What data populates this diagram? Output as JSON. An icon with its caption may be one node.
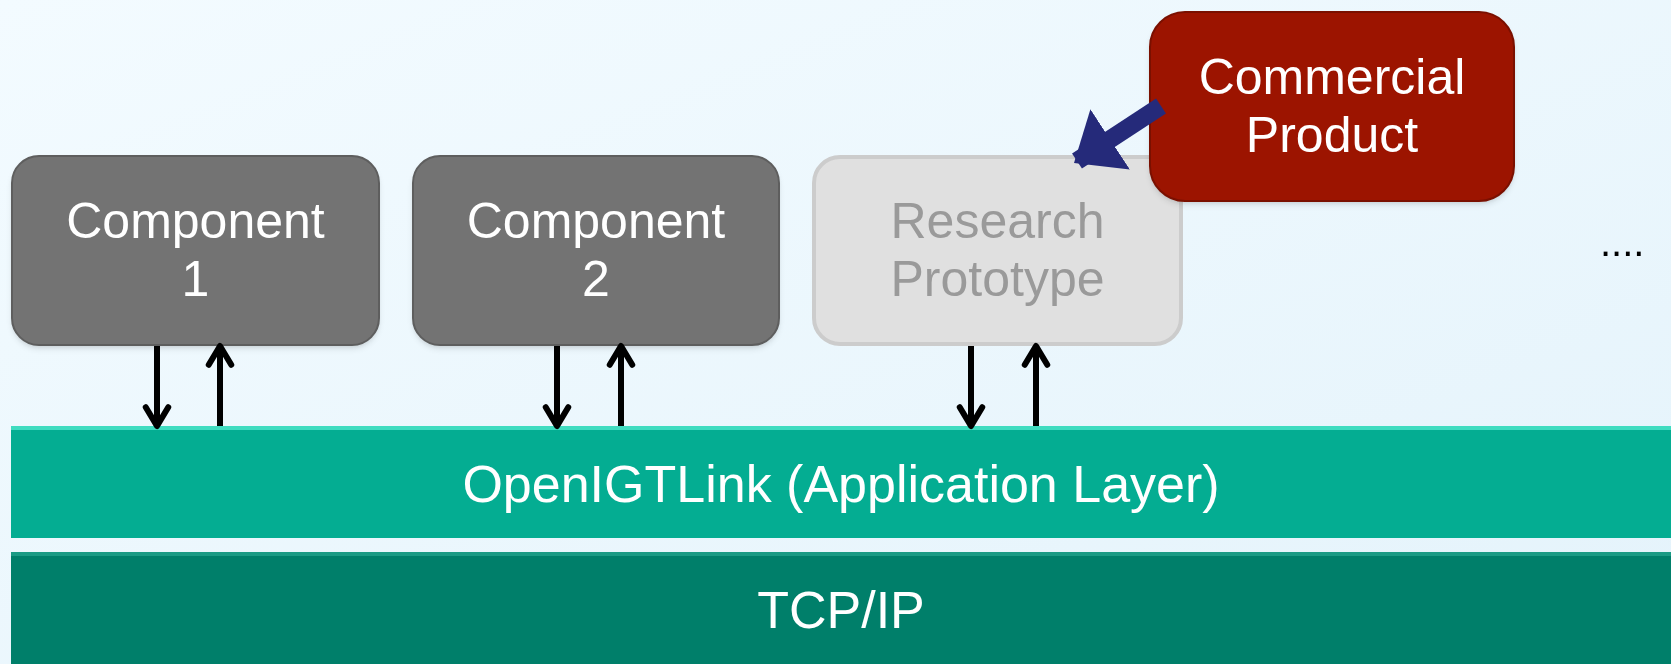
{
  "diagram": {
    "nodes": [
      {
        "text": [
          "Component 1"
        ]
      },
      {
        "text": [
          "Component 2"
        ]
      },
      {
        "text": [
          "Research Prototype"
        ]
      },
      {
        "text": [
          "Commercial Product"
        ]
      },
      {
        "text": [
          "OpenIGTLink (Application Layer)"
        ]
      },
      {
        "text": [
          "TCP/IP"
        ]
      }
    ],
    "edges": [
      {
        "from": 0,
        "to": 4,
        "arrow": "to"
      },
      {
        "from": 4,
        "to": 0,
        "arrow": "to"
      },
      {
        "from": 1,
        "to": 4,
        "arrow": "to"
      },
      {
        "from": 4,
        "to": 1,
        "arrow": "to"
      },
      {
        "from": 2,
        "to": 4,
        "arrow": "to"
      },
      {
        "from": 4,
        "to": 2,
        "arrow": "to"
      },
      {
        "from": 3,
        "to": 2,
        "arrow": "to",
        "style": "thick",
        "color": "#252a7a"
      }
    ],
    "labels": [
      "...."
    ]
  }
}
